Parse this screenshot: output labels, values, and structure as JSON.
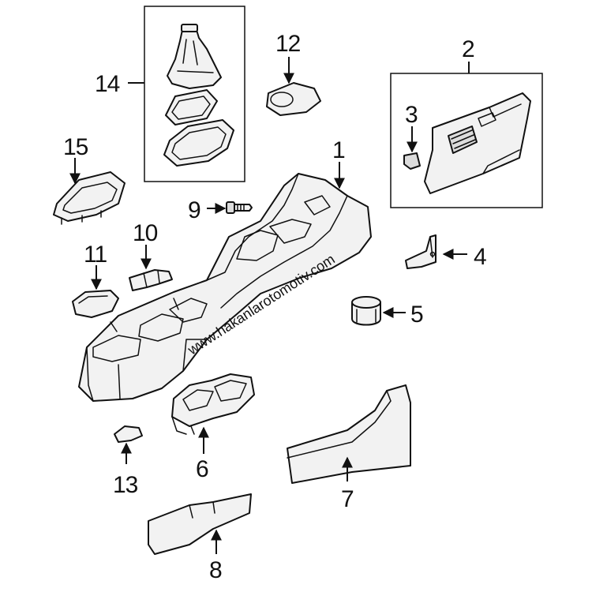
{
  "diagram": {
    "watermark": "www.hakanlarotomotiv.com",
    "callouts": [
      {
        "id": "1",
        "label": "1"
      },
      {
        "id": "2",
        "label": "2"
      },
      {
        "id": "3",
        "label": "3"
      },
      {
        "id": "4",
        "label": "4"
      },
      {
        "id": "5",
        "label": "5"
      },
      {
        "id": "6",
        "label": "6"
      },
      {
        "id": "7",
        "label": "7"
      },
      {
        "id": "8",
        "label": "8"
      },
      {
        "id": "9",
        "label": "9"
      },
      {
        "id": "10",
        "label": "10"
      },
      {
        "id": "11",
        "label": "11"
      },
      {
        "id": "12",
        "label": "12"
      },
      {
        "id": "13",
        "label": "13"
      },
      {
        "id": "14",
        "label": "14"
      },
      {
        "id": "15",
        "label": "15"
      }
    ]
  }
}
